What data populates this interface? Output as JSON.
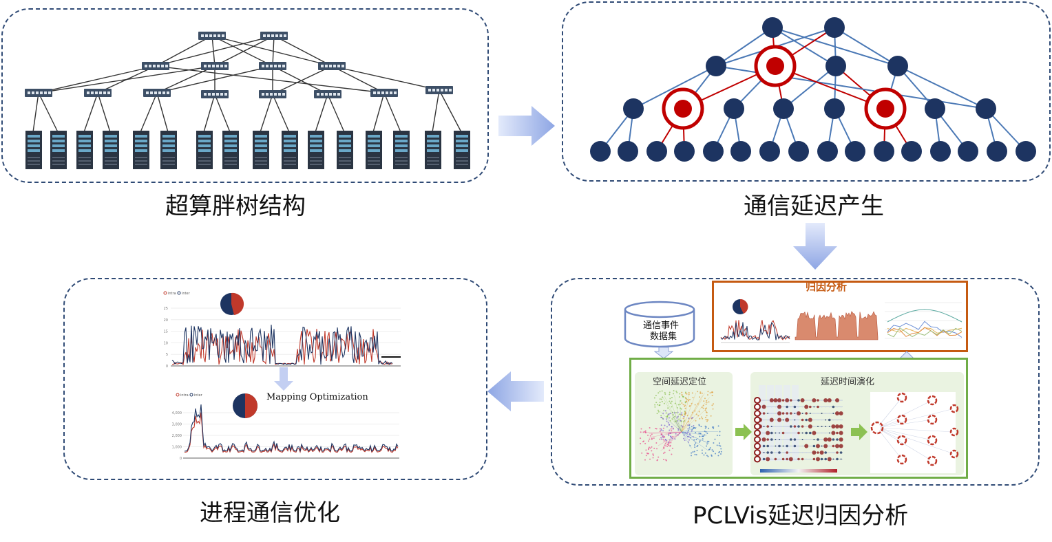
{
  "captions": {
    "fat_tree": "超算胖树结构",
    "latency": "通信延迟产生",
    "pclvis": "PCLVis延迟归因分析",
    "optimize": "进程通信优化"
  },
  "pclvis": {
    "dataset_line1": "通信事件",
    "dataset_line2": "数据集",
    "attribution_title": "归因分析",
    "spatial_title": "空间延迟定位",
    "temporal_title": "延迟时间演化"
  },
  "optimize": {
    "mapping_label": "Mapping Optimization",
    "legend_intra": "intra",
    "legend_inter": "inter",
    "top_yticks": [
      "25",
      "20",
      "15",
      "10",
      "5",
      "0"
    ],
    "bottom_yticks": [
      "4,000",
      "3,000",
      "2,000",
      "1,000",
      "0"
    ]
  },
  "colors": {
    "panel_border": "#2f4a75",
    "node_blue": "#1d3461",
    "edge_blue": "#4a78b5",
    "highlight_red": "#c00000",
    "arrow": "#9fb4e8",
    "attribution_border": "#c55a11",
    "pclvis_border": "#70ad47"
  }
}
